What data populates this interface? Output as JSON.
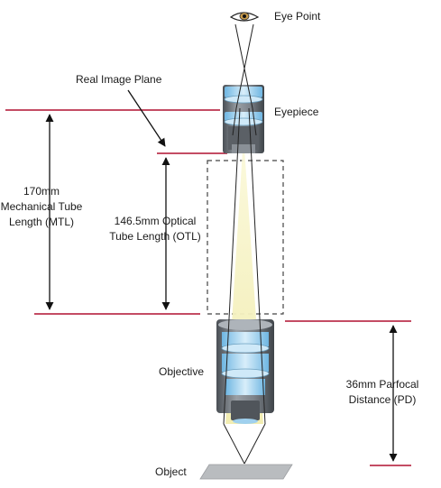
{
  "labels": {
    "eye_point": "Eye Point",
    "real_image_plane": "Real Image Plane",
    "eyepiece": "Eyepiece",
    "mtl_line1": "170mm",
    "mtl_line2": "Mechanical Tube",
    "mtl_line3": "Length (MTL)",
    "otl_line1": "146.5mm Optical",
    "otl_line2": "Tube Length (OTL)",
    "objective": "Objective",
    "pd_line1": "36mm Parfocal",
    "pd_line2": "Distance (PD)",
    "object": "Object"
  },
  "colors": {
    "reference_line": "#b01030",
    "lens_glass": "#9fd0ee",
    "barrel": "#6c7178",
    "light_cone": "#f6f3c2"
  }
}
